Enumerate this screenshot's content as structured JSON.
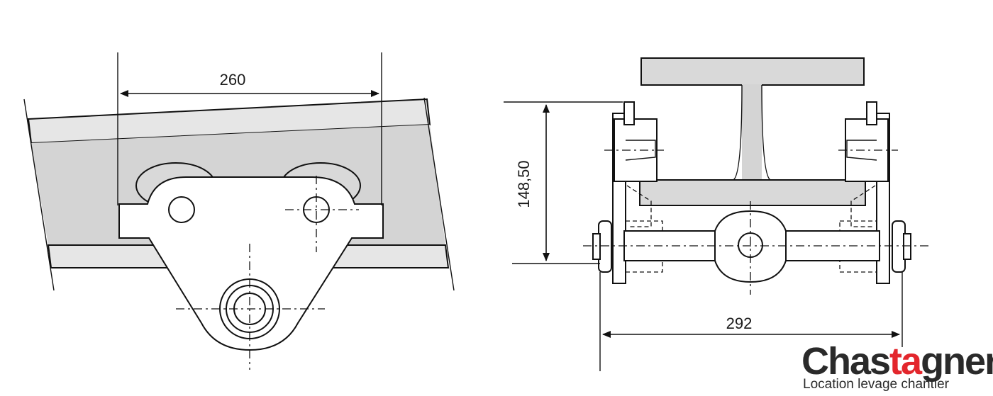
{
  "dimensions": {
    "trolley_width": "260",
    "height": "148,50",
    "overall_width": "292"
  },
  "logo": {
    "brand_start": "Chas",
    "brand_accent": "ta",
    "brand_end": "gner",
    "tagline": "Location levage chantier",
    "accent_color": "#e3262c"
  }
}
